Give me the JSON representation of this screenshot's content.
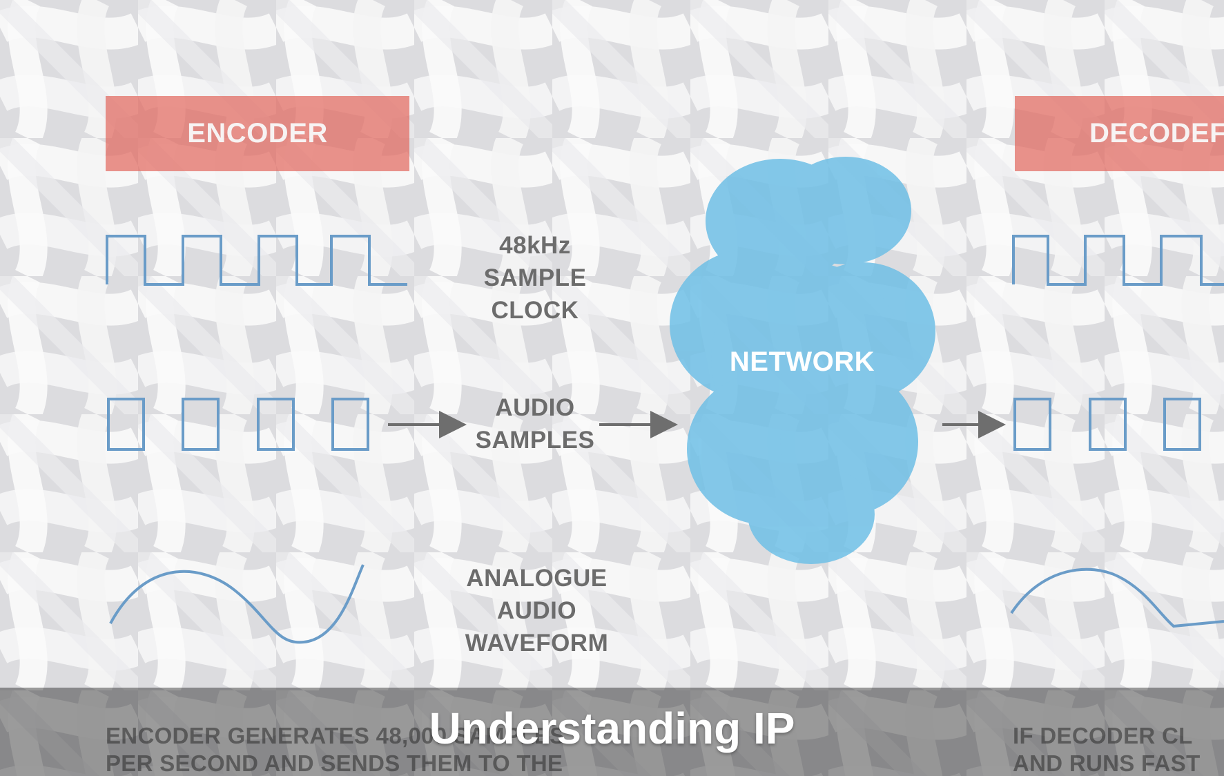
{
  "encoder_label": "ENCODER",
  "decoder_label": "DECODEF",
  "clock_label": "48kHz\nSAMPLE\nCLOCK",
  "samples_label": "AUDIO\nSAMPLES",
  "waveform_label": "ANALOGUE\nAUDIO\nWAVEFORM",
  "network_label": "NETWORK",
  "caption_left": "ENCODER GENERATES 48,000 SAMPLES\nPER SECOND AND SENDS THEM TO THE",
  "caption_right": "IF DECODER CL\nAND RUNS FAST",
  "title": "Understanding IP",
  "colors": {
    "accent_red": "#e26a60",
    "wave_blue": "#6a9cc8",
    "cloud_blue": "#6fbfe6",
    "label_gray": "#6c6c6c"
  }
}
